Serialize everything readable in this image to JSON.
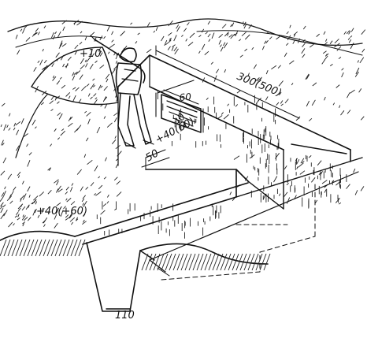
{
  "diagram": {
    "labels": {
      "parapet_height": "+10",
      "trench_length": "300(500)",
      "embrasure_width": "60",
      "embrasure_depth": "40",
      "step_depth": "+40(60)",
      "step_width": "50",
      "ground_level": "+40(+60)",
      "bottom_width": "110"
    }
  }
}
